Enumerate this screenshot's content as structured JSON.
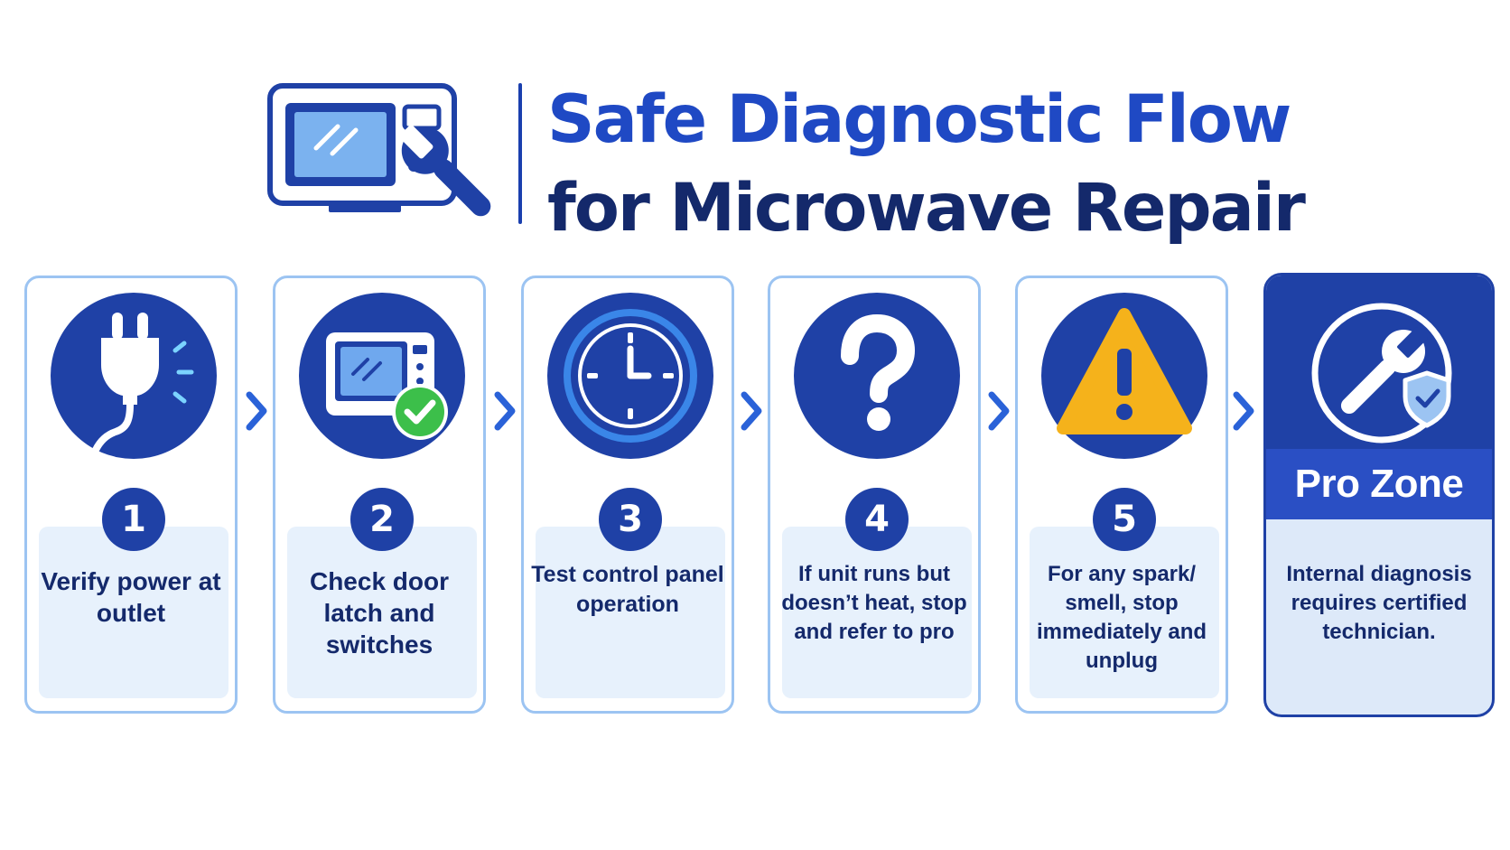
{
  "header": {
    "title_line1": "Safe Diagnostic Flow",
    "title_line2": "for Microwave Repair",
    "logo_icon": "microwave-wrench-icon"
  },
  "steps": [
    {
      "number": "1",
      "text": "Verify power at outlet",
      "icon": "power-plug-icon"
    },
    {
      "number": "2",
      "text": "Check door latch and switches",
      "icon": "microwave-check-icon"
    },
    {
      "number": "3",
      "text": "Test control panel operation",
      "icon": "clock-icon"
    },
    {
      "number": "4",
      "text": "If unit runs but doesn’t heat, stop and refer to pro",
      "icon": "question-mark-icon"
    },
    {
      "number": "5",
      "text": "For any spark/ smell, stop immediately and unplug",
      "icon": "warning-icon"
    }
  ],
  "pro_zone": {
    "label": "Pro Zone",
    "text": "Internal diagnosis requires certified technician.",
    "icon": "wrench-shield-icon"
  },
  "colors": {
    "primary": "#1f41a6",
    "accent": "#1f49c4",
    "dark_text": "#14296b",
    "card_border": "#9cc4f2",
    "text_box": "#e7f1fc",
    "check_green": "#3cbf4a",
    "warning_yellow": "#f5b21b"
  }
}
